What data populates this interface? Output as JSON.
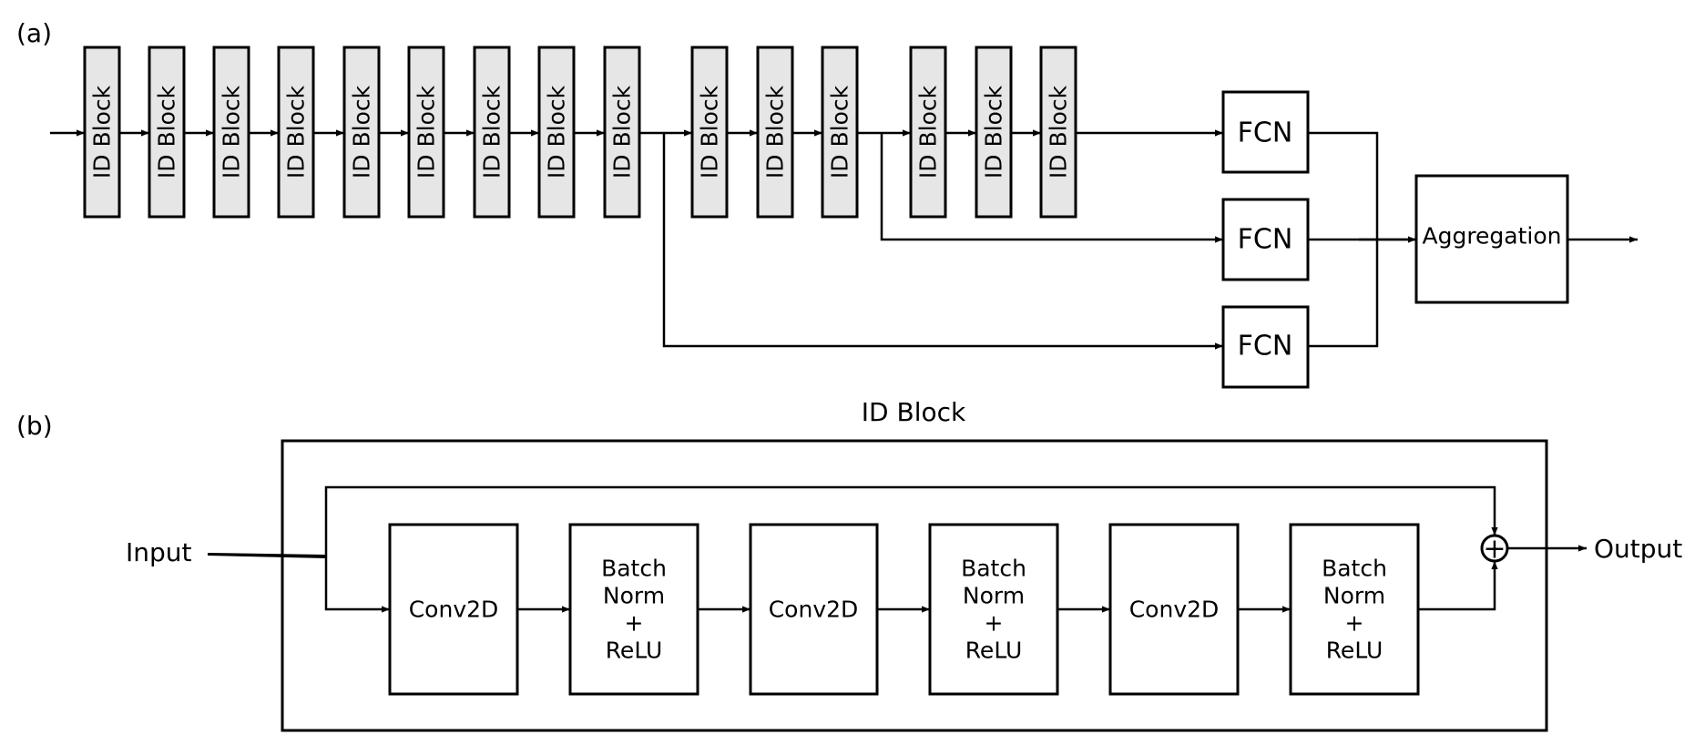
{
  "panel_a": {
    "label": "(a)",
    "id_block_label": "ID Block",
    "fcn_label": "FCN",
    "aggregation_label": "Aggregation"
  },
  "panel_b": {
    "label": "(b)",
    "title": "ID Block",
    "input_label": "Input",
    "output_label": "Output",
    "plus_symbol": "+",
    "conv_label": "Conv2D",
    "bn_line1": "Batch",
    "bn_line2": "Norm",
    "bn_line3": "+",
    "bn_line4": "ReLU"
  }
}
